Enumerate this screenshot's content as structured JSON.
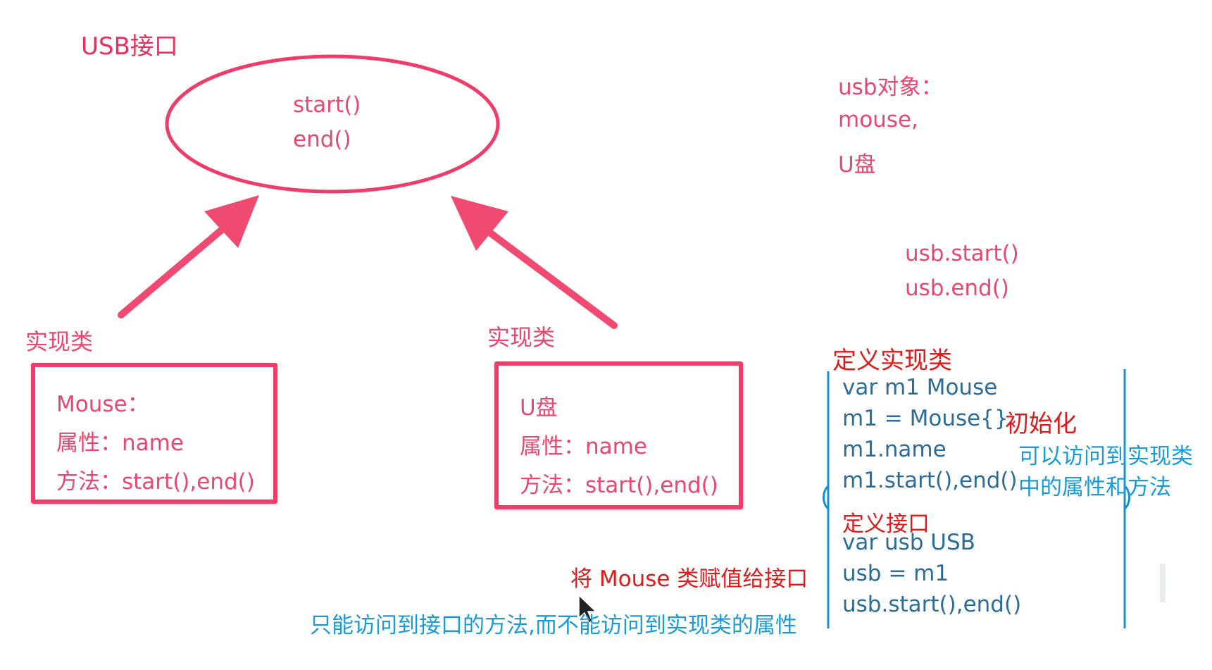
{
  "interface": {
    "title": "USB接口",
    "methods": [
      "start()",
      "end()"
    ]
  },
  "impl_left": {
    "label": "实现类",
    "lines": [
      "Mouse：",
      "属性：name",
      "方法：start(),end()"
    ]
  },
  "impl_right": {
    "label": "实现类",
    "lines": [
      "U盘",
      "属性：name",
      "方法：start(),end()"
    ]
  },
  "usb_objects": {
    "lines": [
      "usb对象：",
      "mouse,",
      "U盘"
    ]
  },
  "usb_calls": {
    "lines": [
      "usb.start()",
      "usb.end()"
    ]
  },
  "code_panel": {
    "define_impl_heading": "定义实现类",
    "impl_code": [
      "var m1 Mouse",
      "m1 = Mouse{}",
      "m1.name",
      "m1.start(),end()"
    ],
    "init_note": "初始化",
    "access_note": [
      "可以访问到实现类",
      "中的属性和方法"
    ],
    "define_iface_heading": "定义接口",
    "iface_code": [
      "var usb USB",
      "usb = m1",
      "usb.start(),end()"
    ]
  },
  "assign_note": "将 Mouse 类赋值给接口",
  "limit_note": "只能访问到接口的方法,而不能访问到实现类的属性",
  "colors": {
    "accent_pink": "#e8305f",
    "code_blue": "#2b6d99",
    "note_blue": "#1a9ad6",
    "note_red": "#e01a1a"
  }
}
